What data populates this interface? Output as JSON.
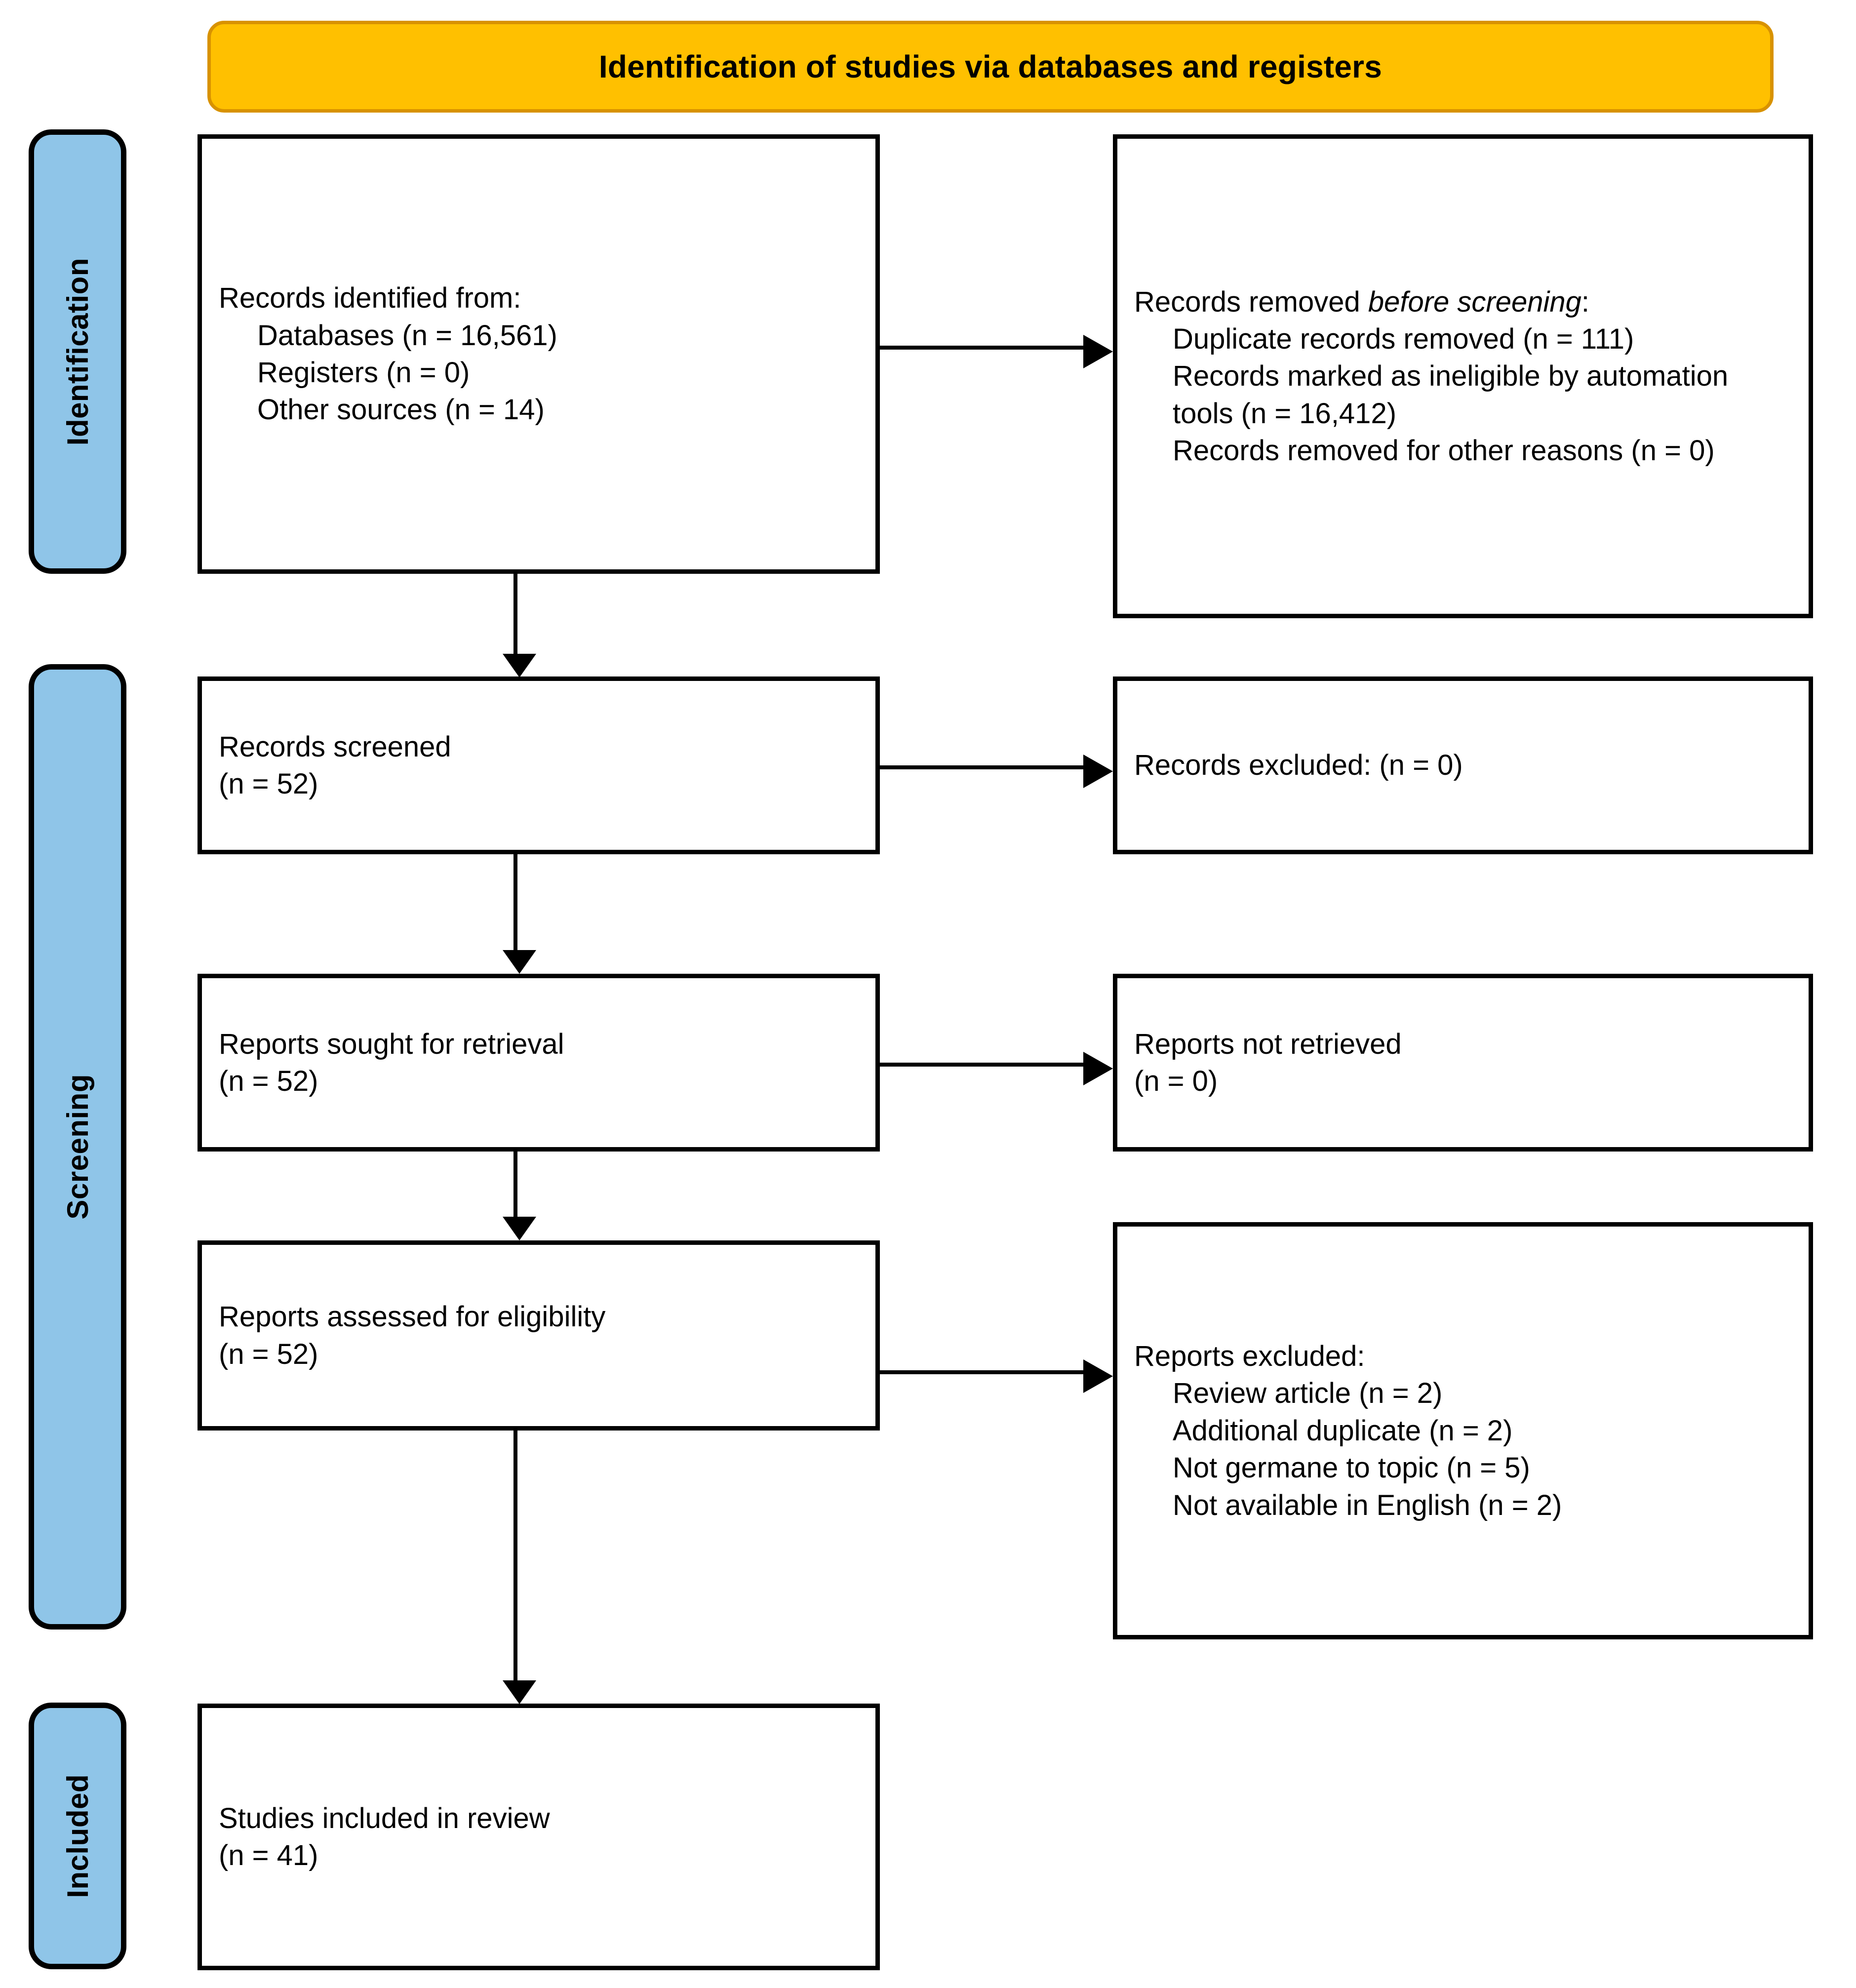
{
  "header": {
    "title": "Identification of studies via databases and registers",
    "fill_color": "#FFC000",
    "border_color": "#D89200"
  },
  "stages": {
    "tab_fill_color": "#8FC5E8",
    "tab_border_color": "#000000",
    "identification": "Identification",
    "screening": "Screening",
    "included": "Included"
  },
  "boxes": {
    "identified": {
      "heading": "Records identified from:",
      "items": [
        "Databases (n = 16,561)",
        "Registers (n = 0)",
        "Other sources (n = 14)"
      ]
    },
    "removed_before_screening": {
      "heading_plain": "Records removed ",
      "heading_italic": "before screening",
      "heading_suffix": ":",
      "items": [
        "Duplicate records removed (n = 111)",
        "Records marked as ineligible by automation tools (n = 16,412)",
        "Records removed for other reasons (n = 0)"
      ]
    },
    "screened": {
      "line1": "Records screened",
      "line2": "(n = 52)"
    },
    "records_excluded": {
      "line1": "Records excluded: (n = 0)"
    },
    "sought_for_retrieval": {
      "line1": "Reports sought for retrieval",
      "line2": "(n = 52)"
    },
    "not_retrieved": {
      "line1": "Reports not retrieved",
      "line2": "(n = 0)"
    },
    "assessed_for_eligibility": {
      "line1": "Reports assessed for eligibility",
      "line2": "(n = 52)"
    },
    "reports_excluded": {
      "heading": "Reports excluded:",
      "items": [
        "Review article (n = 2)",
        "Additional duplicate (n = 2)",
        "Not germane to topic (n = 5)",
        "Not available in English (n = 2)"
      ]
    },
    "studies_included": {
      "line1": "Studies included in review",
      "line2": "(n = 41)"
    }
  }
}
